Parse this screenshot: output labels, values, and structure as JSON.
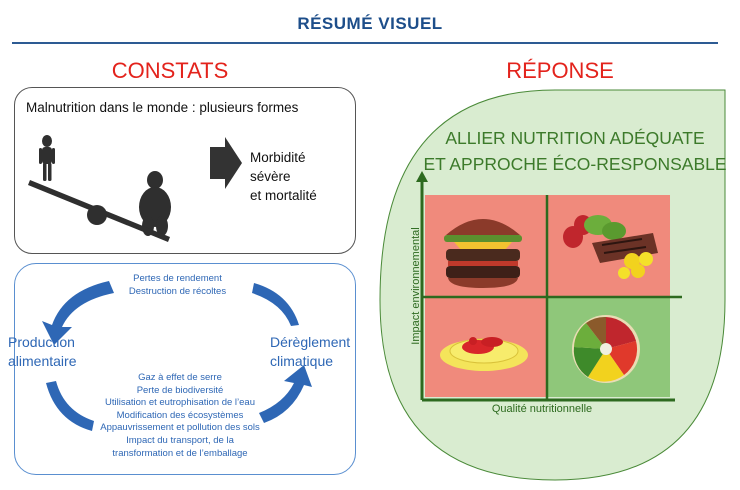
{
  "header": {
    "title": "RÉSUMÉ VISUEL"
  },
  "sections": {
    "left_title": "CONSTATS",
    "right_title": "RÉPONSE"
  },
  "malnutrition_box": {
    "title": "Malnutrition dans le monde : plusieurs formes",
    "outcome_lines": [
      "Morbidité",
      "sévère",
      "et mortalité"
    ]
  },
  "cycle_box": {
    "left_node": [
      "Production",
      "alimentaire"
    ],
    "right_node": [
      "Dérèglement",
      "climatique"
    ],
    "top_impacts": [
      "Pertes de rendement",
      "Destruction de récoltes"
    ],
    "bottom_impacts": [
      "Gaz à effet de serre",
      "Perte de biodiversité",
      "Utilisation et eutrophisation de l’eau",
      "Modification des écosystèmes",
      "Appauvrissement et pollution des sols",
      "Impact du transport, de la",
      "transformation et de l’emballage"
    ]
  },
  "response": {
    "goal_lines": [
      "ALLIER NUTRITION ADÉQUATE",
      "ET APPROCHE ÉCO-RESPONSABLE"
    ],
    "x_axis_label": "Qualité nutritionnelle",
    "y_axis_label": "Impact environnemental",
    "quadrants": [
      {
        "position": "top-left",
        "food": "hamburger",
        "color": "#f08a7c"
      },
      {
        "position": "top-right",
        "food": "steak-salad-potatoes",
        "color": "#f08a7c"
      },
      {
        "position": "bottom-left",
        "food": "pasta-tomato-sauce",
        "color": "#f08a7c"
      },
      {
        "position": "bottom-right",
        "food": "vegetables-fruits-legumes",
        "color": "#8fc77a"
      }
    ]
  },
  "colors": {
    "title_blue": "#1d4e8a",
    "red_heading": "#e3231c",
    "cycle_blue": "#2e67b5",
    "response_green": "#d9ecd0",
    "axis_green": "#2d6a1f"
  }
}
